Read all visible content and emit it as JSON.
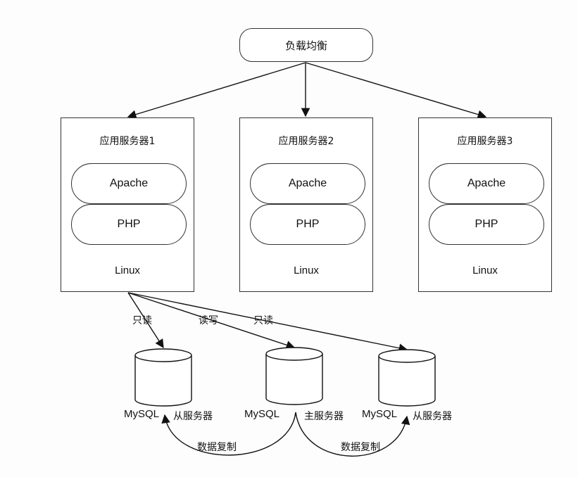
{
  "load_balancer": {
    "label": "负载均衡"
  },
  "app_servers": [
    {
      "title": "应用服务器1",
      "apache": "Apache",
      "php": "PHP",
      "os": "Linux"
    },
    {
      "title": "应用服务器2",
      "apache": "Apache",
      "php": "PHP",
      "os": "Linux"
    },
    {
      "title": "应用服务器3",
      "apache": "Apache",
      "php": "PHP",
      "os": "Linux"
    }
  ],
  "access_labels": {
    "read_only_1": "只读",
    "read_write": "读写",
    "read_only_2": "只读"
  },
  "databases": [
    {
      "engine": "MySQL",
      "role": "从服务器"
    },
    {
      "engine": "MySQL",
      "role": "主服务器"
    },
    {
      "engine": "MySQL",
      "role": "从服务器"
    }
  ],
  "replication_labels": {
    "left": "数据复制",
    "right": "数据复制"
  }
}
